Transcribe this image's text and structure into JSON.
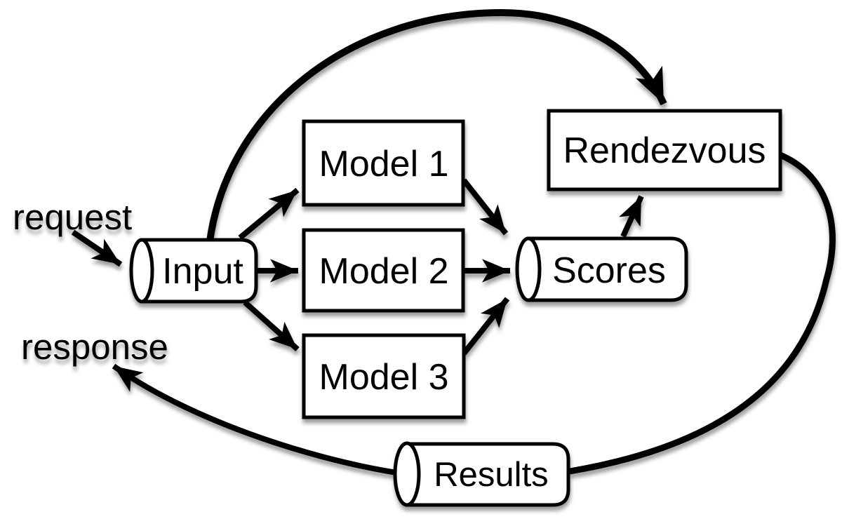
{
  "canvas": {
    "background_color": "#ffffff",
    "ink_color": "#000000",
    "shape_fill_color": "#ffffff"
  },
  "nodes": {
    "input": {
      "label": "Input",
      "shape": "cylinder"
    },
    "model1": {
      "label": "Model 1",
      "shape": "rectangle"
    },
    "model2": {
      "label": "Model 2",
      "shape": "rectangle"
    },
    "model3": {
      "label": "Model 3",
      "shape": "rectangle"
    },
    "scores": {
      "label": "Scores",
      "shape": "cylinder"
    },
    "rendezvous": {
      "label": "Rendezvous",
      "shape": "rectangle"
    },
    "results": {
      "label": "Results",
      "shape": "cylinder"
    }
  },
  "annotations": {
    "request": {
      "label": "request"
    },
    "response": {
      "label": "response"
    }
  },
  "edges": [
    {
      "from": "request",
      "to": "input",
      "style": "straight-arrow"
    },
    {
      "from": "input",
      "to": "model1",
      "style": "straight-arrow"
    },
    {
      "from": "input",
      "to": "model2",
      "style": "straight-arrow"
    },
    {
      "from": "input",
      "to": "model3",
      "style": "straight-arrow"
    },
    {
      "from": "model1",
      "to": "scores",
      "style": "straight-arrow"
    },
    {
      "from": "model2",
      "to": "scores",
      "style": "straight-arrow"
    },
    {
      "from": "model3",
      "to": "scores",
      "style": "straight-arrow"
    },
    {
      "from": "scores",
      "to": "rendezvous",
      "style": "straight-arrow"
    },
    {
      "from": "input",
      "to": "rendezvous",
      "style": "curved-arrow-over-top"
    },
    {
      "from": "rendezvous",
      "to": "results",
      "style": "curve-no-arrowhead"
    },
    {
      "from": "results",
      "to": "response",
      "style": "curved-arrow"
    }
  ]
}
